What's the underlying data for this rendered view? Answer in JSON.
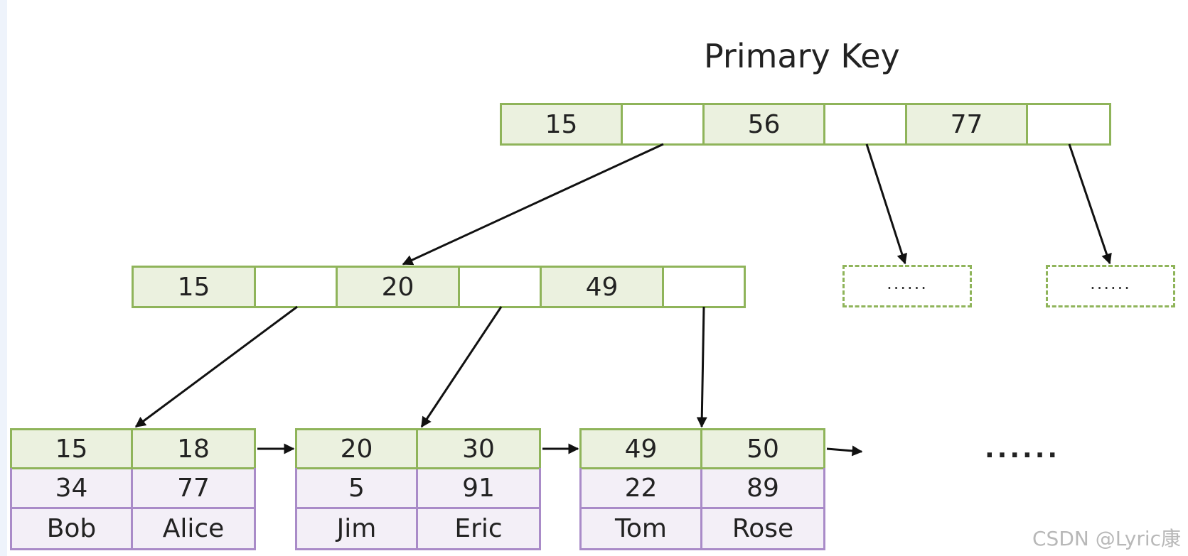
{
  "diagram": {
    "title": "Primary Key",
    "root": {
      "keys": [
        "15",
        "56",
        "77"
      ]
    },
    "internal": {
      "keys": [
        "15",
        "20",
        "49"
      ]
    },
    "placeholders": [
      "......",
      "......"
    ],
    "leaves": [
      {
        "keys": [
          "15",
          "18"
        ],
        "row1": [
          "34",
          "77"
        ],
        "row2": [
          "Bob",
          "Alice"
        ]
      },
      {
        "keys": [
          "20",
          "30"
        ],
        "row1": [
          "5",
          "91"
        ],
        "row2": [
          "Jim",
          "Eric"
        ]
      },
      {
        "keys": [
          "49",
          "50"
        ],
        "row1": [
          "22",
          "89"
        ],
        "row2": [
          "Tom",
          "Rose"
        ]
      }
    ],
    "more": "......",
    "watermark": "CSDN @Lyric康"
  },
  "colors": {
    "key_fill": "#ebf1df",
    "key_border": "#8fb45a",
    "data_fill": "#f3eff7",
    "data_border": "#a98bc8",
    "arrow": "#111111"
  }
}
